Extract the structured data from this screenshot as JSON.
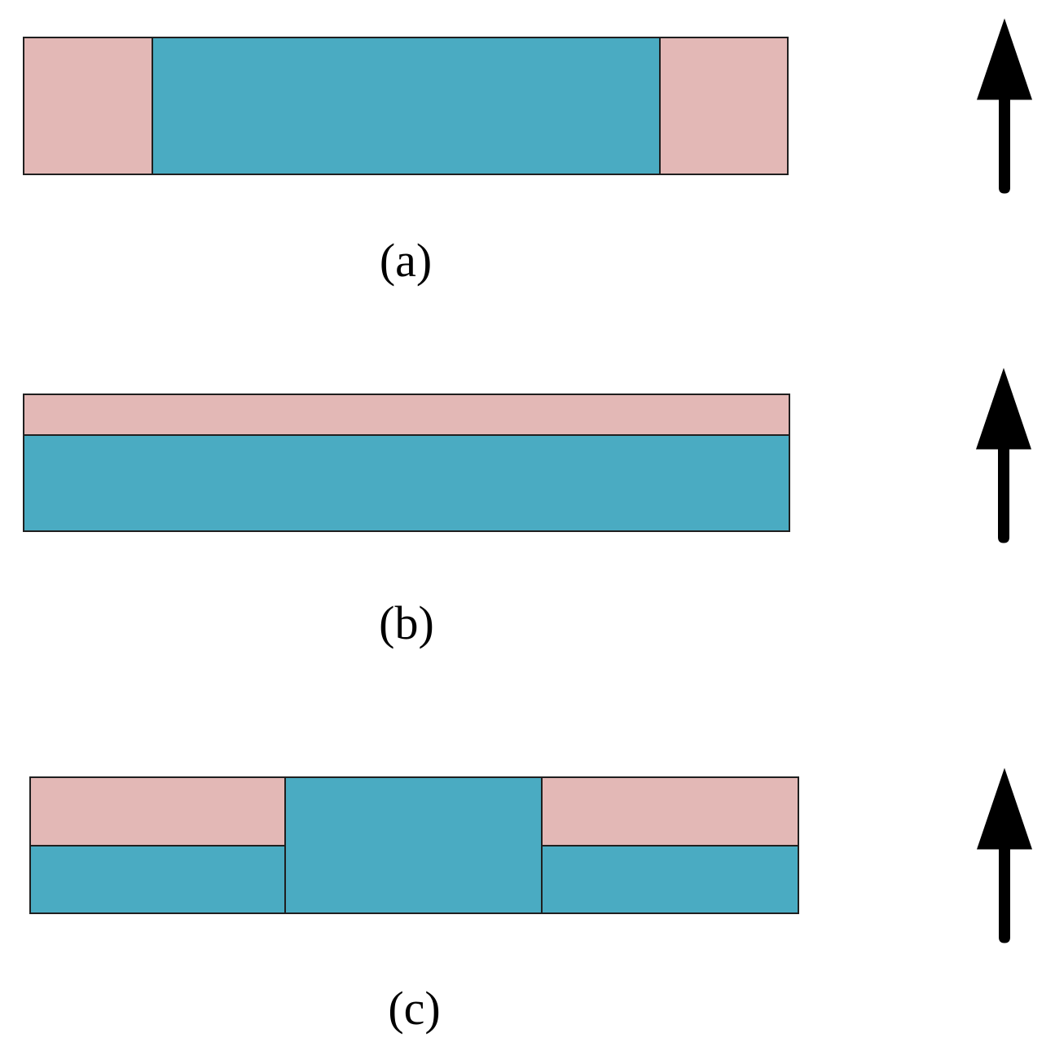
{
  "figure": {
    "background": "#ffffff",
    "colors": {
      "pink": "#e3b8b6",
      "teal": "#4aabc2",
      "arrow": "#000000",
      "border": "#1f1f1f"
    },
    "panels": [
      {
        "id": "a",
        "label": "(a)",
        "layout": "horizontal-segments",
        "segments": [
          {
            "name": "left-pink",
            "color": "pink",
            "width_frac": 0.167
          },
          {
            "name": "center-teal",
            "color": "teal",
            "width_frac": 0.667
          },
          {
            "name": "right-pink",
            "color": "pink",
            "width_frac": 0.166
          }
        ]
      },
      {
        "id": "b",
        "label": "(b)",
        "layout": "vertical-segments",
        "segments": [
          {
            "name": "top-pink",
            "color": "pink",
            "height_frac": 0.29
          },
          {
            "name": "bottom-teal",
            "color": "teal",
            "height_frac": 0.71
          }
        ]
      },
      {
        "id": "c",
        "label": "(c)",
        "layout": "columns",
        "columns": [
          {
            "name": "left",
            "width_frac": 0.332,
            "segments": [
              {
                "name": "left-top-pink",
                "color": "pink",
                "height_frac": 0.5
              },
              {
                "name": "left-bottom-teal",
                "color": "teal",
                "height_frac": 0.5
              }
            ]
          },
          {
            "name": "middle",
            "width_frac": 0.334,
            "segments": [
              {
                "name": "middle-teal",
                "color": "teal",
                "height_frac": 1.0
              }
            ]
          },
          {
            "name": "right",
            "width_frac": 0.334,
            "segments": [
              {
                "name": "right-top-pink",
                "color": "pink",
                "height_frac": 0.5
              },
              {
                "name": "right-bottom-teal",
                "color": "teal",
                "height_frac": 0.5
              }
            ]
          }
        ]
      }
    ],
    "arrows": [
      {
        "name": "up-arrow-a",
        "direction": "up"
      },
      {
        "name": "up-arrow-b",
        "direction": "up"
      },
      {
        "name": "up-arrow-c",
        "direction": "up"
      }
    ]
  }
}
